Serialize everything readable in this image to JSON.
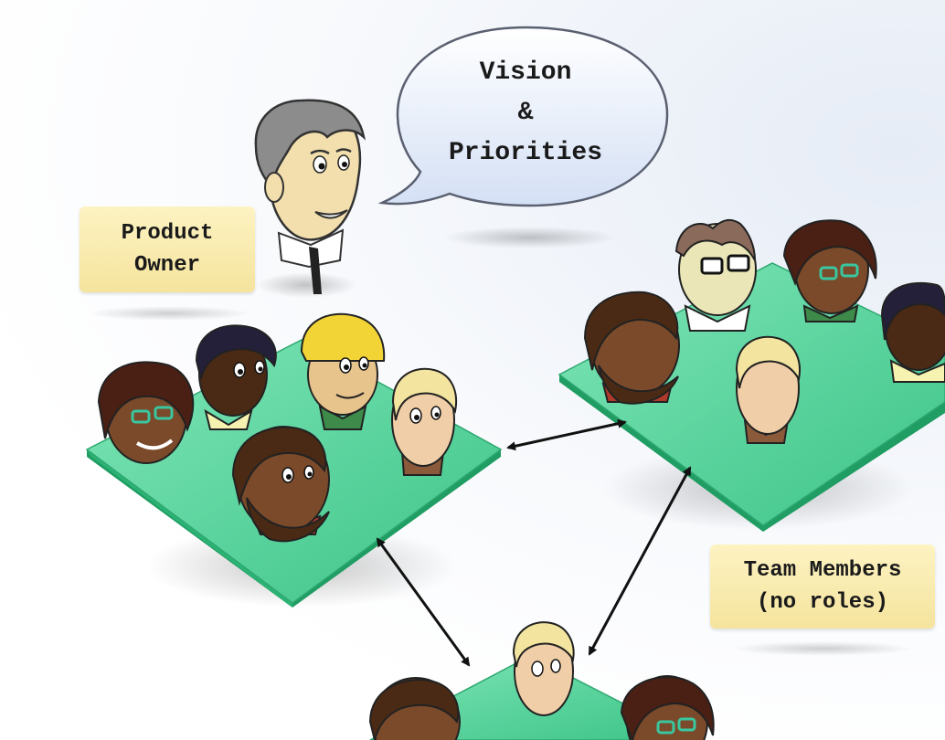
{
  "bubble": {
    "line1": "Vision",
    "line2": "&",
    "line3": "Priorities"
  },
  "labels": {
    "product_owner": {
      "line1": "Product",
      "line2": "Owner"
    },
    "team_members": {
      "line1": "Team Members",
      "line2": "(no roles)"
    }
  },
  "icons": [
    "product-owner-avatar",
    "speech-bubble",
    "team-platform",
    "team-member-avatar",
    "bidirectional-arrow"
  ],
  "colors": {
    "platform_top": "#4fd39a",
    "platform_side": "#1f9d63",
    "note": "#f8e9a8",
    "bubble": "#dfe8f8"
  }
}
